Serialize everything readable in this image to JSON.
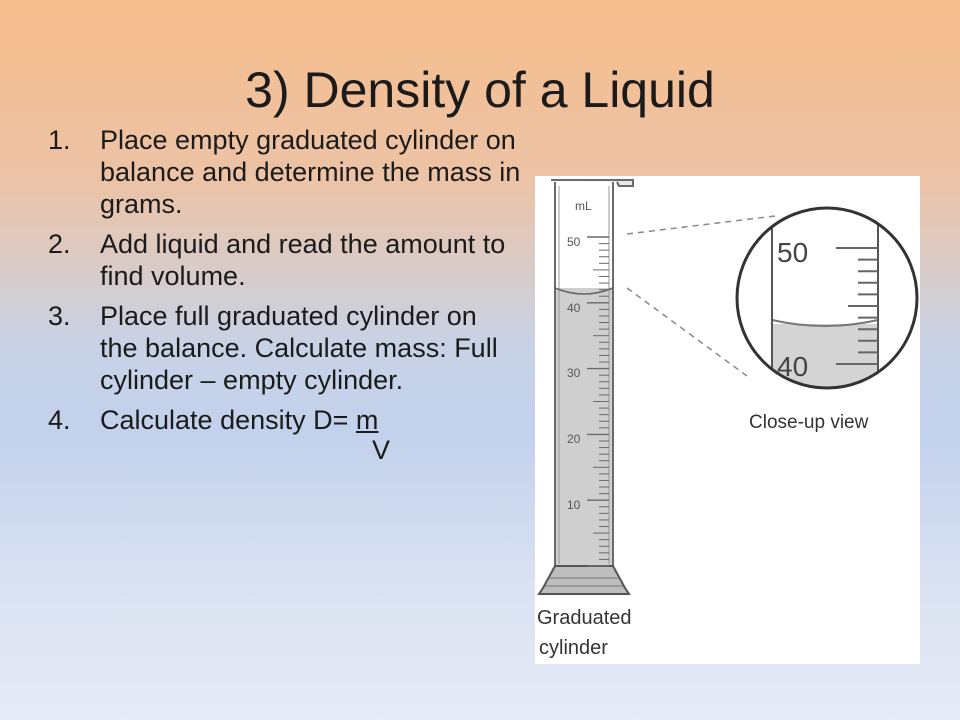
{
  "title": "3) Density of a Liquid",
  "steps": [
    {
      "num": "1.",
      "text": "Place empty graduated cylinder on balance and determine the mass in grams."
    },
    {
      "num": "2.",
      "text": "Add liquid and read the amount to find volume."
    },
    {
      "num": "3.",
      "text": "Place full graduated cylinder on the balance. Calculate mass: Full cylinder – empty cylinder."
    },
    {
      "num": "4.",
      "text": "Calculate density D= ",
      "numerator": "m",
      "denominator": "V"
    }
  ],
  "figure": {
    "unit_label": "mL",
    "scale_labels": [
      "50",
      "40",
      "30",
      "20",
      "10"
    ],
    "closeup_labels": [
      "50",
      "40"
    ],
    "closeup_caption": "Close-up view",
    "cylinder_caption_line1": "Graduated",
    "cylinder_caption_line2": "cylinder",
    "liquid_level_ml": 43
  }
}
